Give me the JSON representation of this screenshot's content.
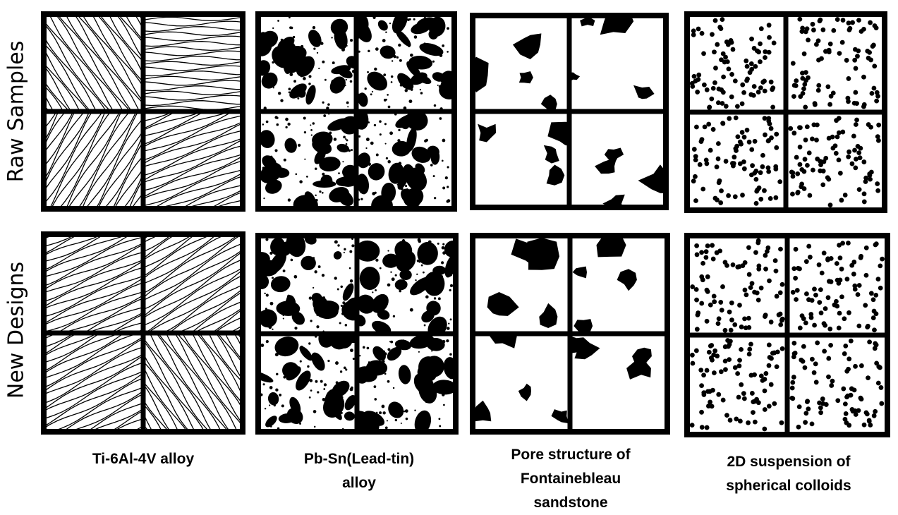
{
  "row_labels": [
    "Raw Samples",
    "New Designs"
  ],
  "columns": [
    {
      "caption_lines": [
        "Ti-6Al-4V alloy"
      ],
      "pattern": "lamellar"
    },
    {
      "caption_lines": [
        "Pb-Sn(Lead-tin)",
        "alloy"
      ],
      "pattern": "blobs"
    },
    {
      "caption_lines": [
        "Pore structure of",
        "Fontainebleau",
        "sandstone"
      ],
      "pattern": "pores"
    },
    {
      "caption_lines": [
        "2D suspension of",
        "spherical colloids"
      ],
      "pattern": "dots"
    }
  ],
  "colors": {
    "frame": "#000000",
    "background": "#ffffff",
    "phase": "#000000"
  }
}
